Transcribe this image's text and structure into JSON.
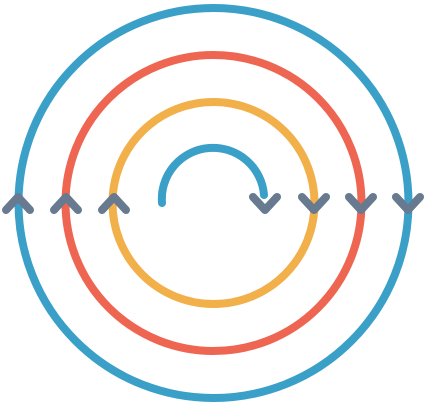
{
  "colors": {
    "background": "#ffffff",
    "ring_outer": "#3ba0c7",
    "ring_middle": "#ee6552",
    "ring_inner": "#f2b04a",
    "center_arc": "#3ba0c7",
    "arrow": "#677a8f"
  },
  "rings": [
    {
      "name": "ring-outer",
      "color_key": "ring_outer"
    },
    {
      "name": "ring-middle",
      "color_key": "ring_middle"
    },
    {
      "name": "ring-inner",
      "color_key": "ring_inner"
    }
  ],
  "arrows": {
    "left_side_direction": "up",
    "right_side_direction": "down",
    "center_arc_direction": "down"
  }
}
